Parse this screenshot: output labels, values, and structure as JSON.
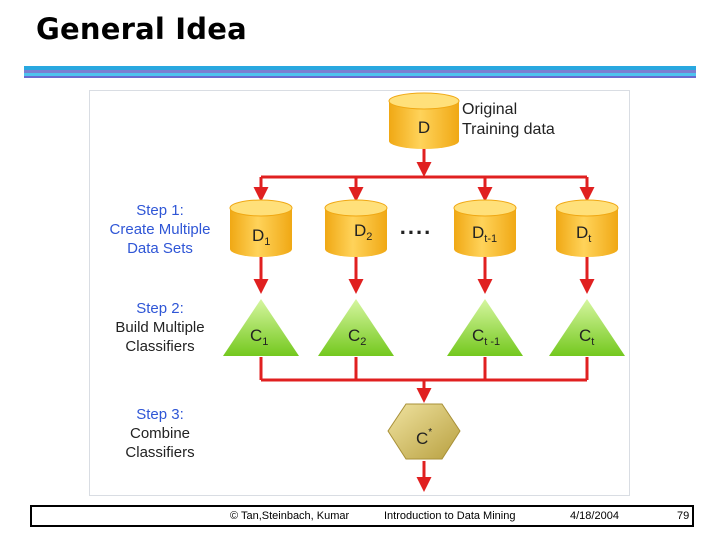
{
  "slide": {
    "title": "General Idea"
  },
  "diagram": {
    "original": {
      "dataset_label": "D",
      "caption_line1": "Original",
      "caption_line2": "Training data"
    },
    "steps": [
      {
        "title": "Step 1:",
        "line2": "Create Multiple",
        "line3": "Data Sets"
      },
      {
        "title": "Step 2:",
        "line2": "Build Multiple",
        "line3": "Classifiers"
      },
      {
        "title": "Step 3:",
        "line2": "Combine",
        "line3": "Classifiers"
      }
    ],
    "datasets": [
      {
        "base": "D",
        "sub": "1"
      },
      {
        "base": "D",
        "sub": "2"
      },
      {
        "base": "D",
        "sub": "t-1"
      },
      {
        "base": "D",
        "sub": "t"
      }
    ],
    "ellipsis": "....",
    "classifiers": [
      {
        "base": "C",
        "sub": "1"
      },
      {
        "base": "C",
        "sub": "2"
      },
      {
        "base": "C",
        "sub": "t -1"
      },
      {
        "base": "C",
        "sub": "t"
      }
    ],
    "combined": {
      "base": "C",
      "sup": "*"
    },
    "colors": {
      "arrow": "#e02020",
      "step_text": "#2f56d6",
      "cylinder_top": "#ffd66b",
      "cylinder_body": "#f5b722",
      "triangle": "#88d62a",
      "hexagon": "#d8c261"
    }
  },
  "footer": {
    "copyright": "© Tan,Steinbach, Kumar",
    "course": "Introduction to Data Mining",
    "date": "4/18/2004",
    "page": "79"
  }
}
